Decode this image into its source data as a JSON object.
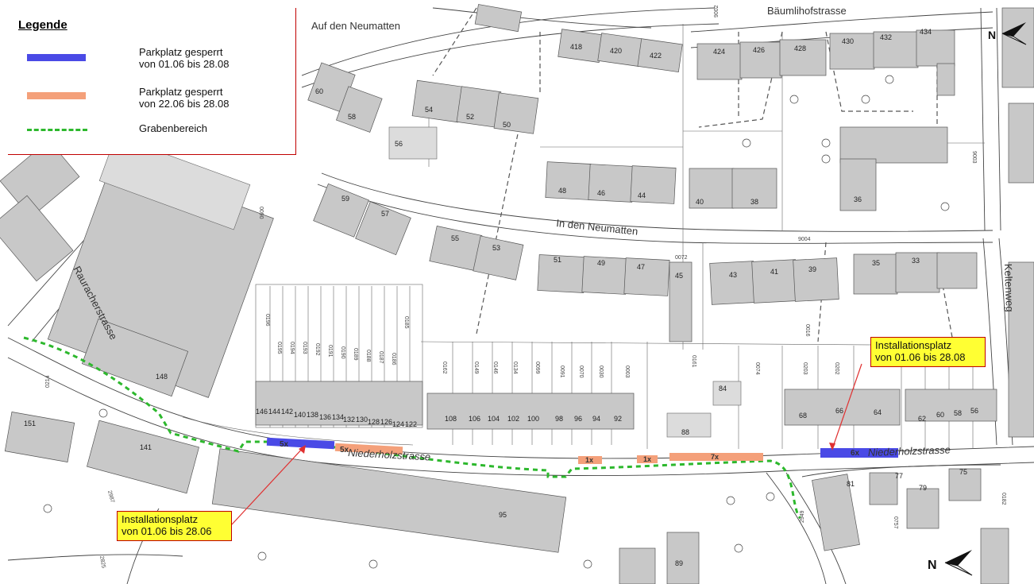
{
  "legend": {
    "title": "Legende",
    "items": [
      {
        "line1": "Parkplatz gesperrt",
        "line2": "von 01.06 bis 28.08",
        "color": "#4a4ae6"
      },
      {
        "line1": "Parkplatz gesperrt",
        "line2": "von 22.06 bis 28.08",
        "color": "#f4a07a"
      },
      {
        "line1": "Grabenbereich",
        "line2": "",
        "color": "#2db82d"
      }
    ]
  },
  "callouts": {
    "east": {
      "line1": "Installationsplatz",
      "line2": "von 01.06 bis 28.08"
    },
    "west": {
      "line1": "Installationsplatz",
      "line2": "von 01.06 bis 28.06"
    }
  },
  "streets": {
    "auf_den_neumatten": "Auf den Neumatten",
    "baeumlihofstrasse": "Bäumlihofstrasse",
    "in_den_neumatten": "In den Neumatten",
    "niederholzstrasse_w": "Niederholzstrasse",
    "niederholzstrasse_e": "Niederholzstrasse",
    "rauracherstrasse": "Rauracherstrasse",
    "keltenweg": "Keltenweg"
  },
  "parking_counts": {
    "p1": "5x",
    "p2": "5x",
    "p3": "1x",
    "p4": "1x",
    "p5": "7x",
    "p6": "6x"
  },
  "north_symbol": "N",
  "house_numbers": {
    "h418": "418",
    "h420": "420",
    "h422": "422",
    "h424": "424",
    "h426": "426",
    "h428": "428",
    "h430": "430",
    "h432": "432",
    "h434": "434",
    "h54": "54",
    "h52": "52",
    "h50": "50",
    "h56": "56",
    "h60": "60",
    "h58": "58",
    "h48": "48",
    "h46": "46",
    "h44": "44",
    "h40": "40",
    "h38": "38",
    "h36": "36",
    "h59": "59",
    "h57": "57",
    "h55": "55",
    "h53": "53",
    "h51": "51",
    "h49": "49",
    "h47": "47",
    "h45": "45",
    "h43": "43",
    "h41": "41",
    "h39": "39",
    "h35": "35",
    "h33": "33",
    "h146": "146",
    "h144": "144",
    "h142": "142",
    "h140": "140",
    "h138": "138",
    "h136": "136",
    "h134": "134",
    "h132": "132",
    "h130": "130",
    "h128": "128",
    "h126": "126",
    "h124": "124",
    "h122": "122",
    "h108": "108",
    "h106": "106",
    "h104": "104",
    "h102": "102",
    "h100": "100",
    "h98": "98",
    "h96": "96",
    "h94": "94",
    "h92": "92",
    "h88": "88",
    "h84": "84",
    "h68": "68",
    "h66": "66",
    "h64": "64",
    "h62": "62",
    "h60b": "60",
    "h58b": "58",
    "h56b": "56",
    "h148": "148",
    "h141": "141",
    "h151": "151",
    "h95": "95",
    "h81": "81",
    "h79": "79",
    "h77": "77",
    "h75": "75",
    "h89": "89"
  },
  "plot_numbers": {
    "p9002": "9002",
    "p9003": "9003",
    "p9004": "9004",
    "p0072": "0072",
    "p0090": "0090",
    "p0214": "0214",
    "p2987": "2987",
    "p2825": "2825",
    "p2949": "2949",
    "p0757": "0757",
    "p0182": "0182",
    "p0016": "0016",
    "p0161": "0161",
    "p0074": "0074",
    "p0203": "0203",
    "p0202": "0202",
    "p0196": "0196",
    "p0195": "0195",
    "p0194": "0194",
    "p0193": "0193",
    "p0192": "0192",
    "p0191": "0191",
    "p0190": "0190",
    "p0189": "0189",
    "p0188": "0188",
    "p0187": "0187",
    "p0186": "0186",
    "p0185": "0185",
    "p0162": "0162",
    "p0149": "0149",
    "p0146": "0146",
    "p0134": "0134",
    "p0099": "0099",
    "p0091": "0091",
    "p0070": "0070",
    "p0030": "0030",
    "p0003": "0003"
  }
}
